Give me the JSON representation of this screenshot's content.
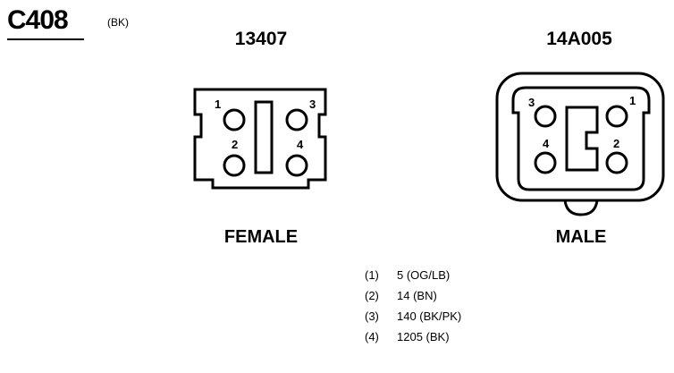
{
  "connector": {
    "id": "C408",
    "color_code": "(BK)"
  },
  "female": {
    "part_number": "13407",
    "label": "FEMALE",
    "pins": {
      "p1": "1",
      "p2": "2",
      "p3": "3",
      "p4": "4"
    }
  },
  "male": {
    "part_number": "14A005",
    "label": "MALE",
    "pins": {
      "p1": "1",
      "p2": "2",
      "p3": "3",
      "p4": "4"
    }
  },
  "pinout": [
    {
      "pin": "(1)",
      "circuit": "5 (OG/LB)"
    },
    {
      "pin": "(2)",
      "circuit": "14 (BN)"
    },
    {
      "pin": "(3)",
      "circuit": "140 (BK/PK)"
    },
    {
      "pin": "(4)",
      "circuit": "1205 (BK)"
    }
  ]
}
